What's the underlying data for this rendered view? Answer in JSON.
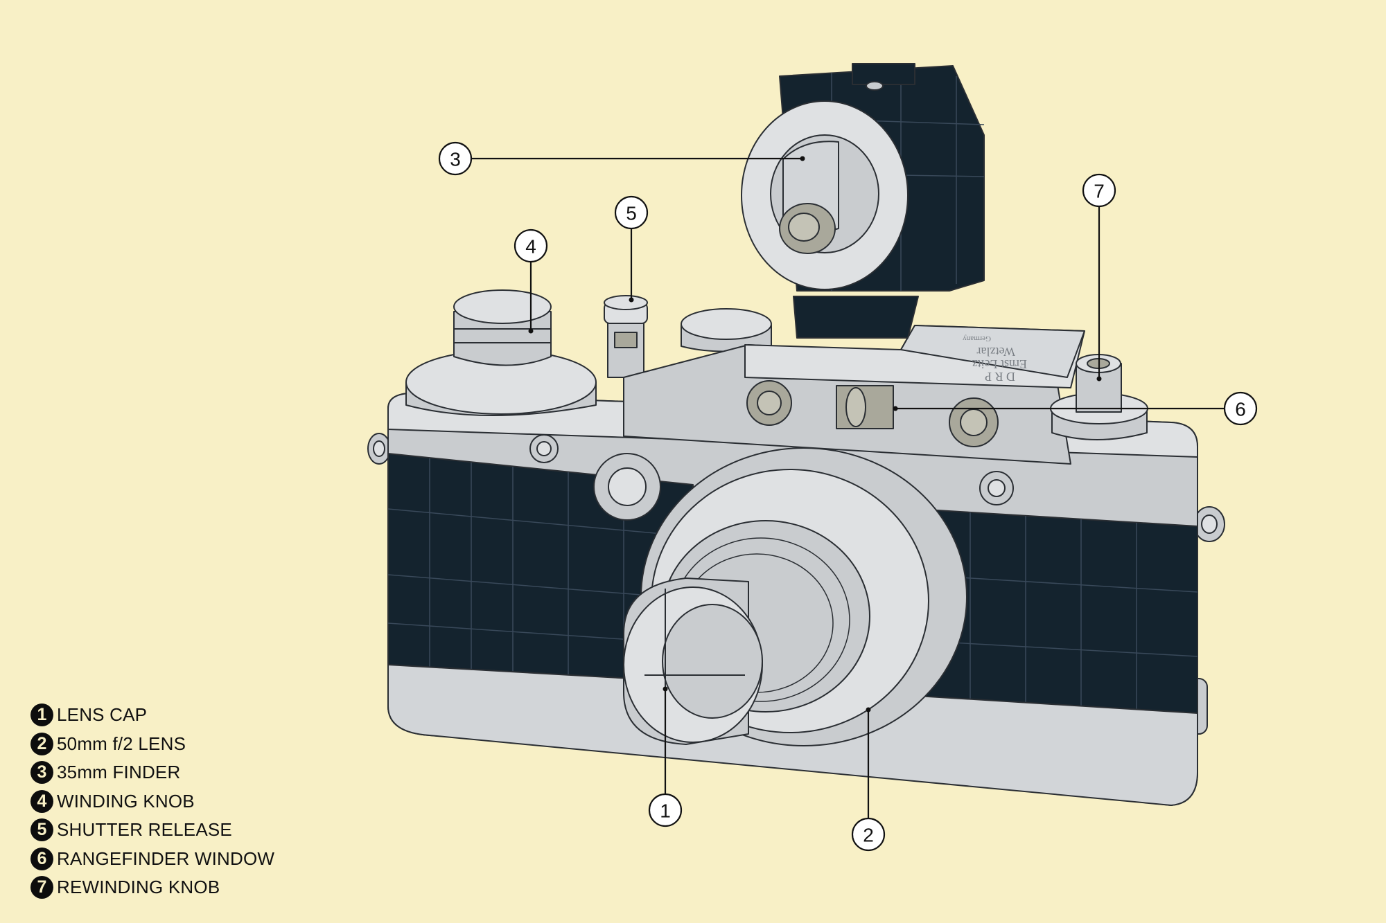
{
  "colors": {
    "background": "#f8f0c6",
    "body_gray": "#c9cccf",
    "body_light": "#dfe1e3",
    "leatherette": "#14232e",
    "outline": "#2a2e33",
    "glass": "#a9a89b"
  },
  "engraving": {
    "line1": "D R P",
    "line2": "Ernst Leitz",
    "line3": "Wetzlar",
    "line4": "Germany"
  },
  "callouts": [
    {
      "number": "1",
      "label": "LENS CAP"
    },
    {
      "number": "2",
      "label": "50mm f/2 LENS"
    },
    {
      "number": "3",
      "label": "35mm FINDER"
    },
    {
      "number": "4",
      "label": "WINDING KNOB"
    },
    {
      "number": "5",
      "label": "SHUTTER RELEASE"
    },
    {
      "number": "6",
      "label": "RANGEFINDER WINDOW"
    },
    {
      "number": "7",
      "label": "REWINDING KNOB"
    }
  ]
}
